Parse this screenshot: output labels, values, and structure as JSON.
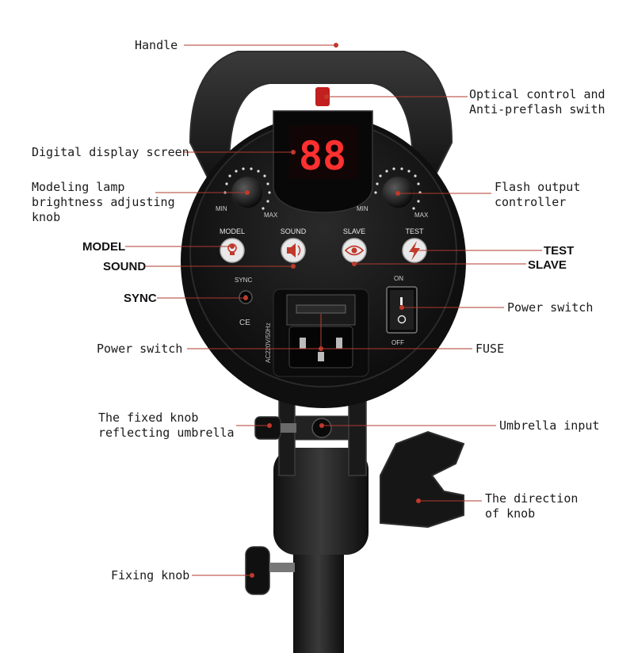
{
  "colors": {
    "body": "#1b1b1b",
    "panel": "#141414",
    "display_red": "#ff3030",
    "leader_line": "#b03a2e",
    "button_face": "#e9e9e9"
  },
  "panel": {
    "display_value": "88",
    "knob_left": {
      "min": "MIN",
      "max": "MAX"
    },
    "knob_right": {
      "min": "MIN",
      "max": "MAX"
    },
    "buttons": [
      {
        "label": "MODEL",
        "icon": "lamp-icon"
      },
      {
        "label": "SOUND",
        "icon": "speaker-icon"
      },
      {
        "label": "SLAVE",
        "icon": "eye-icon"
      },
      {
        "label": "TEST",
        "icon": "lightning-icon"
      }
    ],
    "sync_label": "SYNC",
    "ce_mark": "CE",
    "power_on": "ON",
    "power_off": "OFF",
    "power_rating": "AC220V/50Hz"
  },
  "callouts": {
    "handle": "Handle",
    "optical_control_1": "Optical control and",
    "optical_control_2": "Anti-preflash swith",
    "digital_display": "Digital display screen",
    "modeling_lamp_1": "Modeling lamp",
    "modeling_lamp_2": "brightness adjusting",
    "modeling_lamp_3": "knob",
    "flash_output_1": "Flash output",
    "flash_output_2": "controller",
    "model": "MODEL",
    "sound": "SOUND",
    "test": "TEST",
    "slave": "SLAVE",
    "sync": "SYNC",
    "power_switch_right": "Power switch",
    "power_switch_left": "Power switch",
    "fuse": "FUSE",
    "fixed_knob_1": "The fixed knob",
    "fixed_knob_2": "reflecting umbrella",
    "umbrella_input": "Umbrella input",
    "direction_knob_1": "The direction",
    "direction_knob_2": "of knob",
    "fixing_knob": "Fixing knob"
  }
}
